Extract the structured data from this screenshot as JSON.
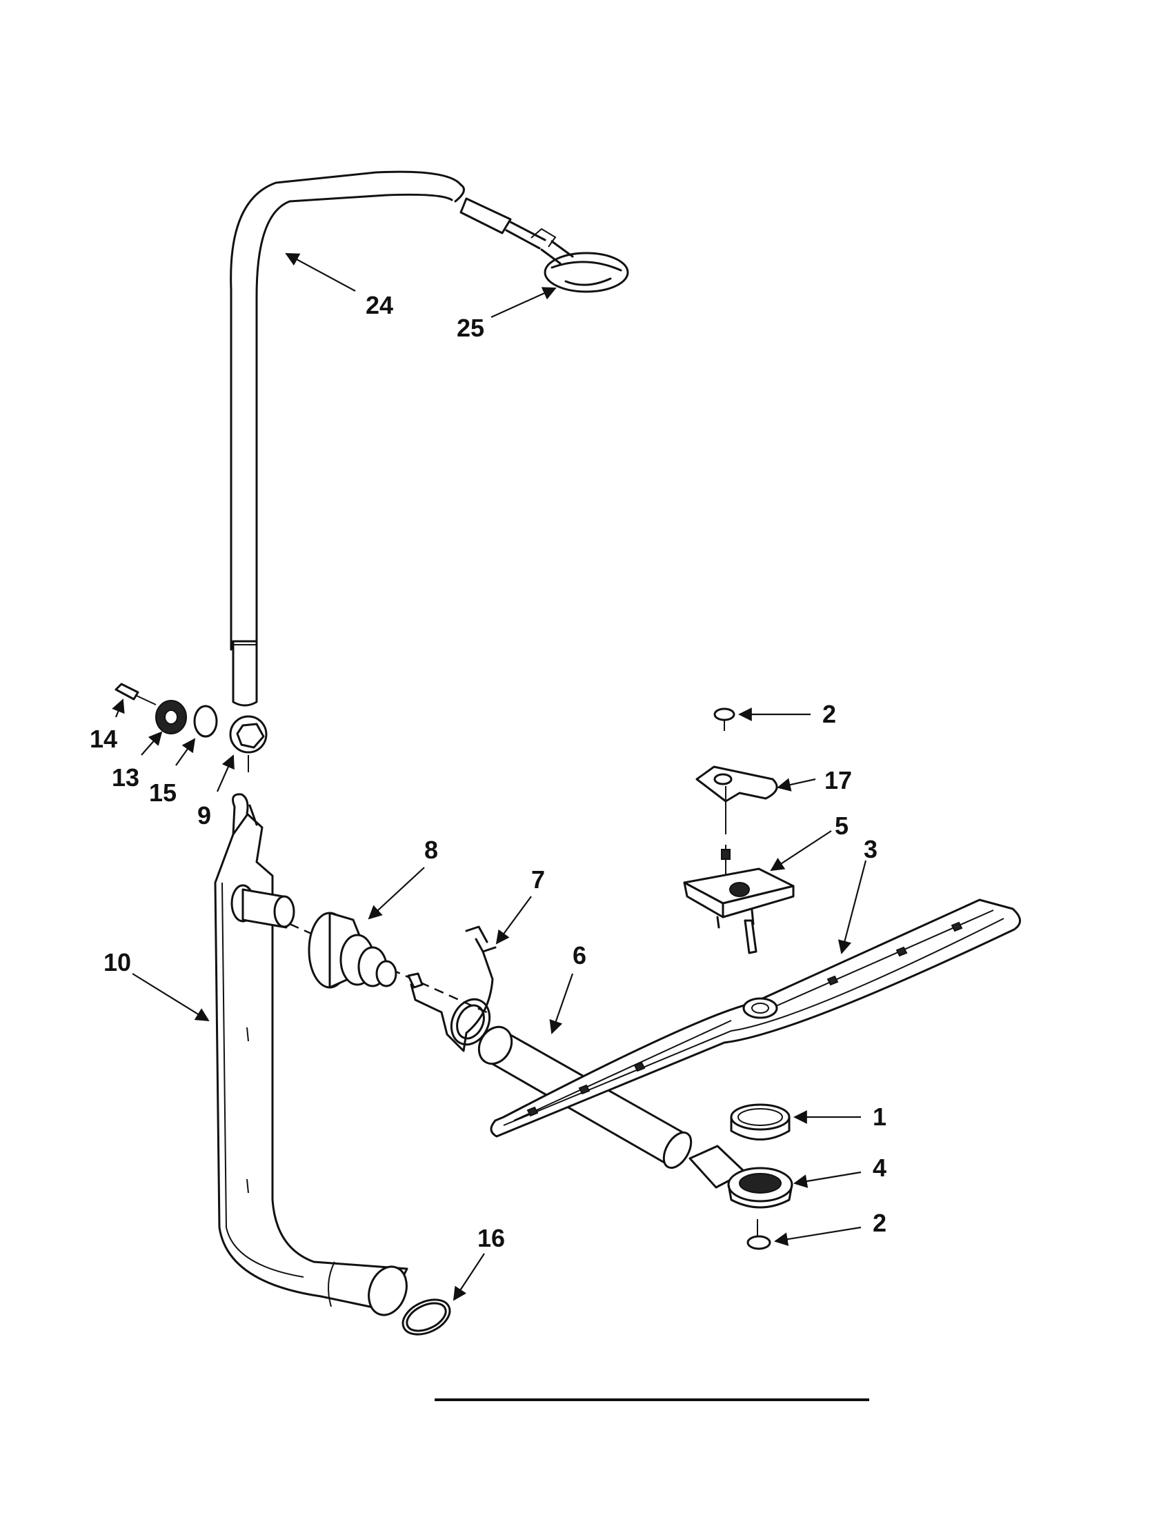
{
  "callouts": [
    {
      "id": "c24",
      "label": "24"
    },
    {
      "id": "c25",
      "label": "25"
    },
    {
      "id": "c14",
      "label": "14"
    },
    {
      "id": "c13",
      "label": "13"
    },
    {
      "id": "c15",
      "label": "15"
    },
    {
      "id": "c9",
      "label": "9"
    },
    {
      "id": "c8",
      "label": "8"
    },
    {
      "id": "c7",
      "label": "7"
    },
    {
      "id": "c6",
      "label": "6"
    },
    {
      "id": "c10",
      "label": "10"
    },
    {
      "id": "c2a",
      "label": "2"
    },
    {
      "id": "c17",
      "label": "17"
    },
    {
      "id": "c5",
      "label": "5"
    },
    {
      "id": "c3",
      "label": "3"
    },
    {
      "id": "c1",
      "label": "1"
    },
    {
      "id": "c4",
      "label": "4"
    },
    {
      "id": "c2b",
      "label": "2"
    },
    {
      "id": "c16",
      "label": "16"
    }
  ]
}
